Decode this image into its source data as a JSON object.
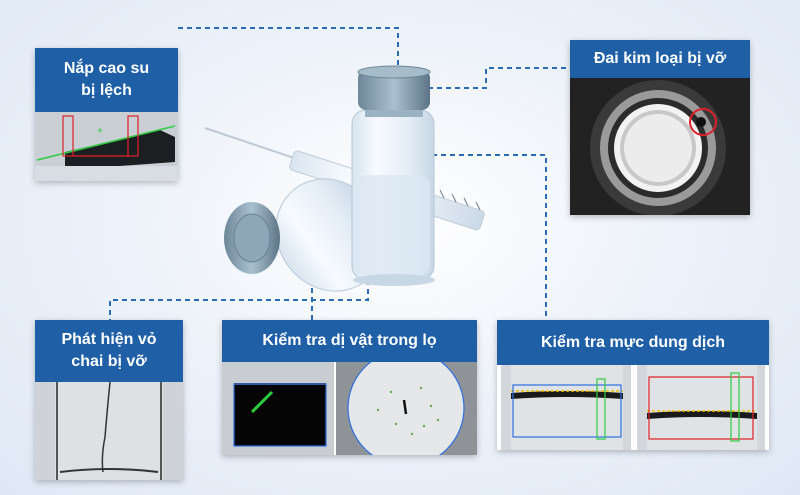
{
  "callouts": {
    "cap_misaligned": {
      "line1": "Nắp cao su",
      "line2": "bị lệch"
    },
    "metal_ring": {
      "label": "Đai kim loại bị vỡ"
    },
    "broken_bottle": {
      "line1": "Phát hiện vỏ",
      "line2": "chai bị vỡ"
    },
    "foreign_object": {
      "label": "Kiểm tra dị vật trong lọ"
    },
    "liquid_level": {
      "label": "Kiểm tra mực dung dịch"
    }
  },
  "colors": {
    "label_bg": "#1f5fa6",
    "connector": "#2a6db5",
    "defect_red": "#e0202a",
    "detect_green": "#2ecc40",
    "detect_blue": "#2f6fe0",
    "detect_yellow": "#f2c200"
  }
}
